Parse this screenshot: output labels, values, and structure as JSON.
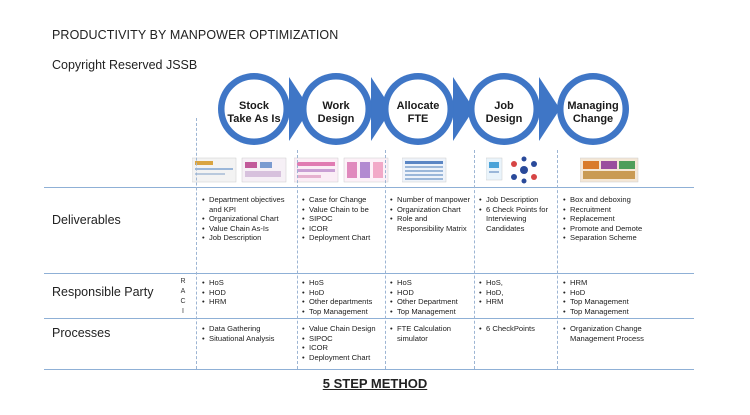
{
  "header": {
    "title": "PRODUCTIVITY BY MANPOWER OPTIMIZATION",
    "copyright": "Copyright Reserved JSSB"
  },
  "colors": {
    "circle_fill": "#3f76c6",
    "circle_stroke": "#ffffff",
    "circle_inner": "#ffffff",
    "grid_line": "#8fb0d6"
  },
  "steps": [
    {
      "label_line1": "Stock",
      "label_line2": "Take As Is"
    },
    {
      "label_line1": "Work",
      "label_line2": "Design"
    },
    {
      "label_line1": "Allocate",
      "label_line2": "FTE"
    },
    {
      "label_line1": "Job",
      "label_line2": "Design"
    },
    {
      "label_line1": "Managing",
      "label_line2": "Change"
    }
  ],
  "rows": {
    "deliverables": "Deliverables",
    "responsible": "Responsible Party",
    "processes": "Processes"
  },
  "raci": [
    "R",
    "A",
    "C",
    "I"
  ],
  "cells": {
    "deliverables": [
      [
        "Department objectives and KPI",
        "Organizational Chart",
        "Value Chain As-Is",
        "Job Description"
      ],
      [
        "Case for Change",
        "Value Chain to be",
        "SIPOC",
        "ICOR",
        "Deployment Chart"
      ],
      [
        "Number of manpower",
        "Organization Chart",
        "Role and Responsibility Matrix"
      ],
      [
        "Job Description",
        "6 Check Points for Interviewing Candidates"
      ],
      [
        "Box and deboxing",
        "Recruitment",
        "Replacement",
        "Promote and Demote",
        "Separation Scheme"
      ]
    ],
    "responsible": [
      [
        "HoS",
        "HOD",
        "HRM"
      ],
      [
        "HoS",
        "HoD",
        "Other departments",
        "Top Management"
      ],
      [
        "HoS",
        "HOD",
        "Other Department",
        "Top Management"
      ],
      [
        "HoS,",
        "HoD,",
        "HRM"
      ],
      [
        "HRM",
        "HoD",
        "Top Management",
        "Top Management"
      ]
    ],
    "processes": [
      [
        "Data Gathering",
        "Situational Analysis"
      ],
      [
        "Value Chain Design",
        "SIPOC",
        "ICOR",
        "Deployment Chart"
      ],
      [
        "FTE Calculation simulator"
      ],
      [
        "6 CheckPoints"
      ],
      [
        "Organization Change Management Process"
      ]
    ]
  },
  "footer": "5 STEP METHOD"
}
